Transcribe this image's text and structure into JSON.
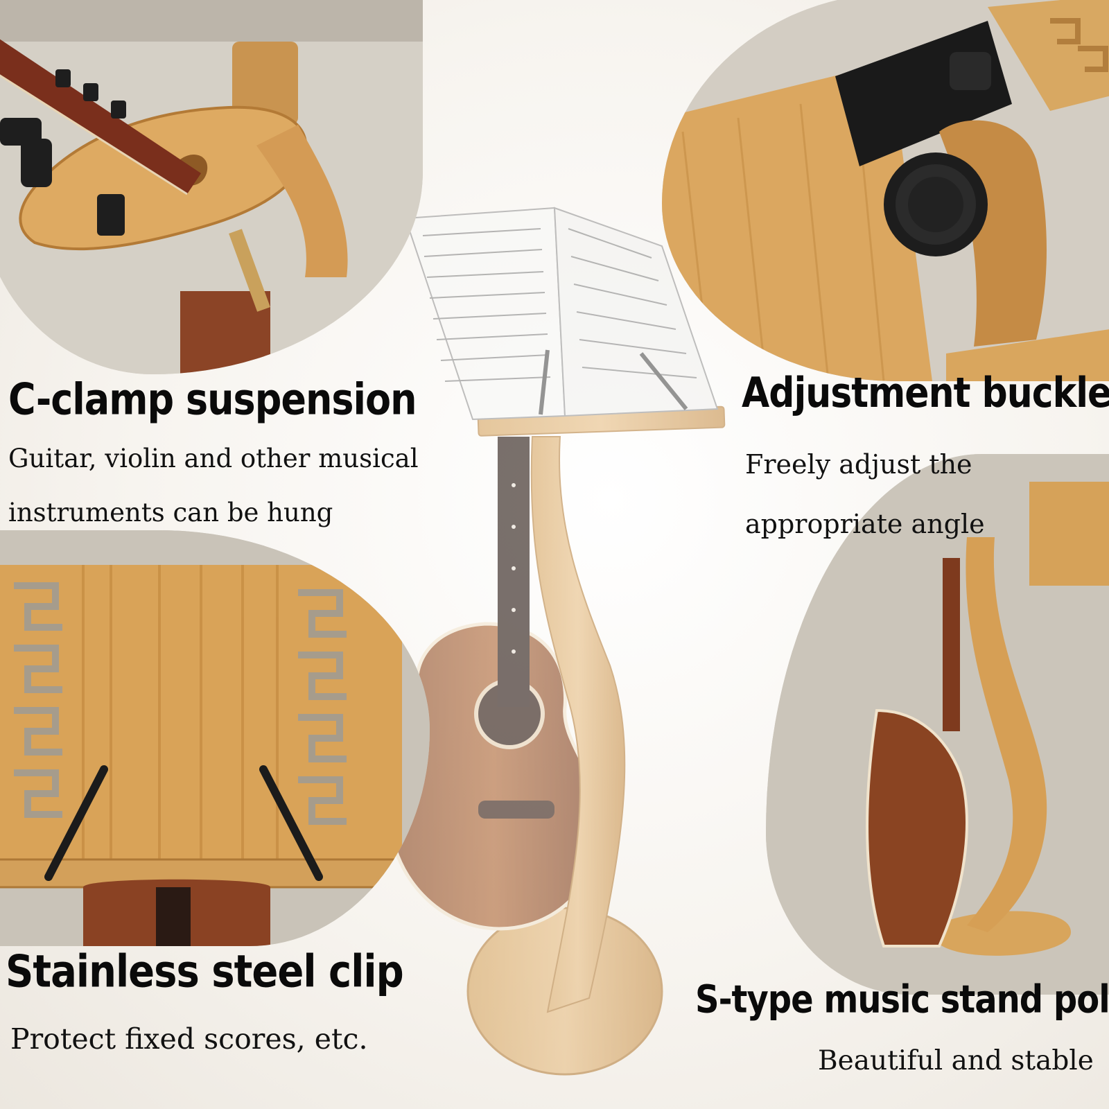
{
  "features": [
    {
      "title": "C-clamp suspension",
      "desc_line1": "Guitar, violin and other musical",
      "desc_line2": "instruments can be hung"
    },
    {
      "title": "Adjustment buckle",
      "desc_line1": "Freely adjust the",
      "desc_line2": "appropriate angle"
    },
    {
      "title": "Stainless steel clip",
      "desc_line1": "Protect fixed scores, etc."
    },
    {
      "title": "S-type music stand pole",
      "desc_line1": "Beautiful and stable"
    }
  ],
  "colors": {
    "bamboo": "#d9a35a",
    "guitar_wood": "#7a3b22",
    "metal": "#1b1b1b",
    "background": "#f6f3ee"
  }
}
